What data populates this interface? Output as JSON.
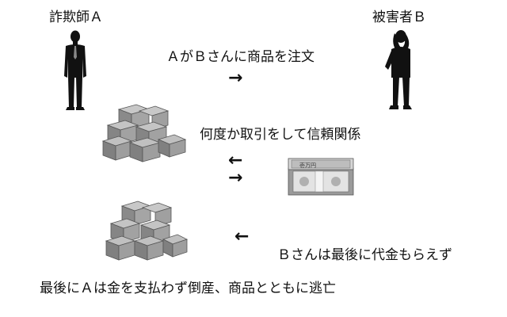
{
  "people": {
    "fraudster_label": "詐欺師Ａ",
    "victim_label": "被害者Ｂ"
  },
  "steps": {
    "order_text": "ＡがＢさんに商品を注文",
    "trust_text": "何度か取引をして信頼関係",
    "unpaid_text": "Ｂさんは最後に代金もらえず",
    "conclusion_text": "最後にＡは金を支払わず倒産、商品とともに逃亡"
  },
  "arrows": {
    "right": "→",
    "left": "←"
  },
  "banknote": {
    "denomination_text": "壱万円"
  }
}
